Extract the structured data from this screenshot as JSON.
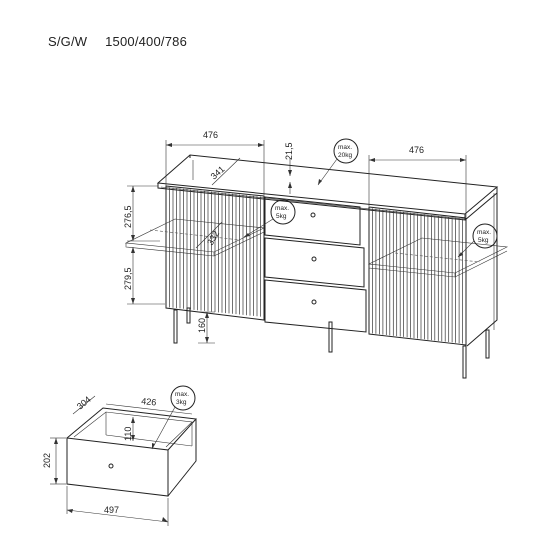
{
  "header": {
    "code": "S/G/W",
    "sizes": "1500/400/786"
  },
  "dimensions": {
    "top_left_width": "476",
    "top_right_width": "476",
    "top_thickness": "21,5",
    "inner_depth": "341",
    "upper_height": "276,5",
    "lower_height": "279,5",
    "shelf_depth": "332",
    "leg_height": "160",
    "drawer_depth": "304",
    "drawer_inner_width": "426",
    "drawer_inner_height": "110",
    "drawer_height": "202",
    "drawer_front_width": "497"
  },
  "load_badges": {
    "top": [
      "max.",
      "20kg"
    ],
    "shelf_left": [
      "max.",
      "5kg"
    ],
    "shelf_right": [
      "max.",
      "5kg"
    ],
    "drawer": [
      "max.",
      "3kg"
    ]
  }
}
